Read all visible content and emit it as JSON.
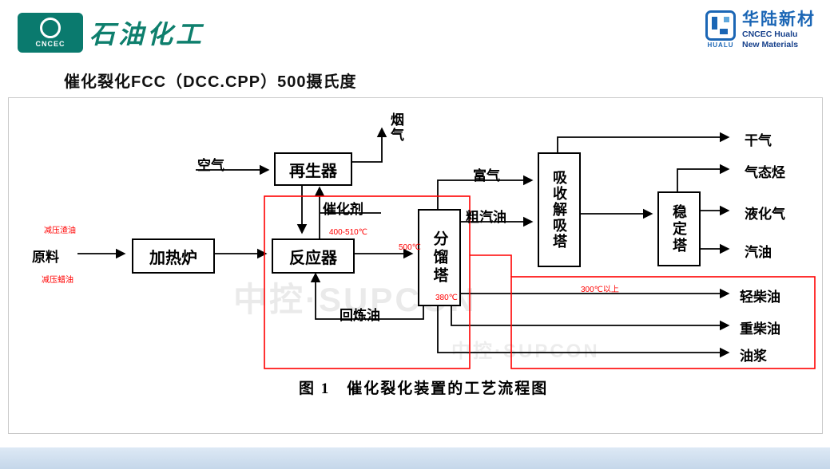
{
  "header": {
    "logo_left": {
      "emblem_text": "CNCEC",
      "brand_text": "石油化工"
    },
    "logo_right": {
      "brand_cn": "华陆新材",
      "brand_en1": "CNCEC Hualu",
      "brand_en2": "New Materials",
      "icon_label": "HUALU"
    },
    "page_title": "催化裂化FCC（DCC.CPP）500摄氏度"
  },
  "diagram": {
    "caption": "图 1　催化裂化装置的工艺流程图",
    "watermark": "中控·SUPCON",
    "boxes": {
      "heater": "加热炉",
      "reactor": "反应器",
      "regenerator": "再生器",
      "fractionator": "分馏塔",
      "absorber": "吸收解吸塔",
      "stabilizer": "稳定塔"
    },
    "streams": {
      "feed": "原料",
      "air": "空气",
      "flue_gas": "烟气",
      "catalyst": "催化剂",
      "recycle_oil": "回炼油",
      "rich_gas": "富气",
      "crude_gasoline": "粗汽油",
      "dry_gas": "干气",
      "gaseous_hc": "气态烃",
      "lpg": "液化气",
      "gasoline": "汽油",
      "light_diesel": "轻柴油",
      "heavy_diesel": "重柴油",
      "oil_slurry": "油浆"
    },
    "annotations": {
      "feed_top": "减压渣油",
      "feed_bottom": "减压蜡油",
      "reactor_temp": "400-510℃",
      "fractionator_inlet_temp": "500℃",
      "fractionator_bottom_temp": "380℃",
      "diesel_temp": "300℃以上"
    },
    "colors": {
      "annotation_red": "#ff0000",
      "line_black": "#000000"
    }
  }
}
